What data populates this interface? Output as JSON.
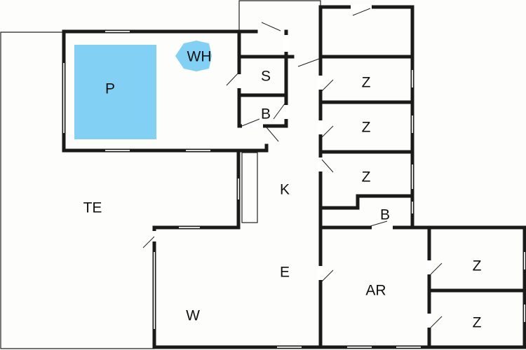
{
  "plan": {
    "pool_color": "#82d0f4",
    "rooms": {
      "pool": "P",
      "whirlpool": "WH",
      "sauna": "S",
      "bath_upper": "B",
      "bedroom_1": "Z",
      "bedroom_2": "Z",
      "bedroom_3": "Z",
      "bath_right": "B",
      "kitchen": "K",
      "entrance": "E",
      "terrace": "TE",
      "living": "W",
      "utility": "AR",
      "bedroom_4": "Z",
      "bedroom_5": "Z"
    }
  }
}
